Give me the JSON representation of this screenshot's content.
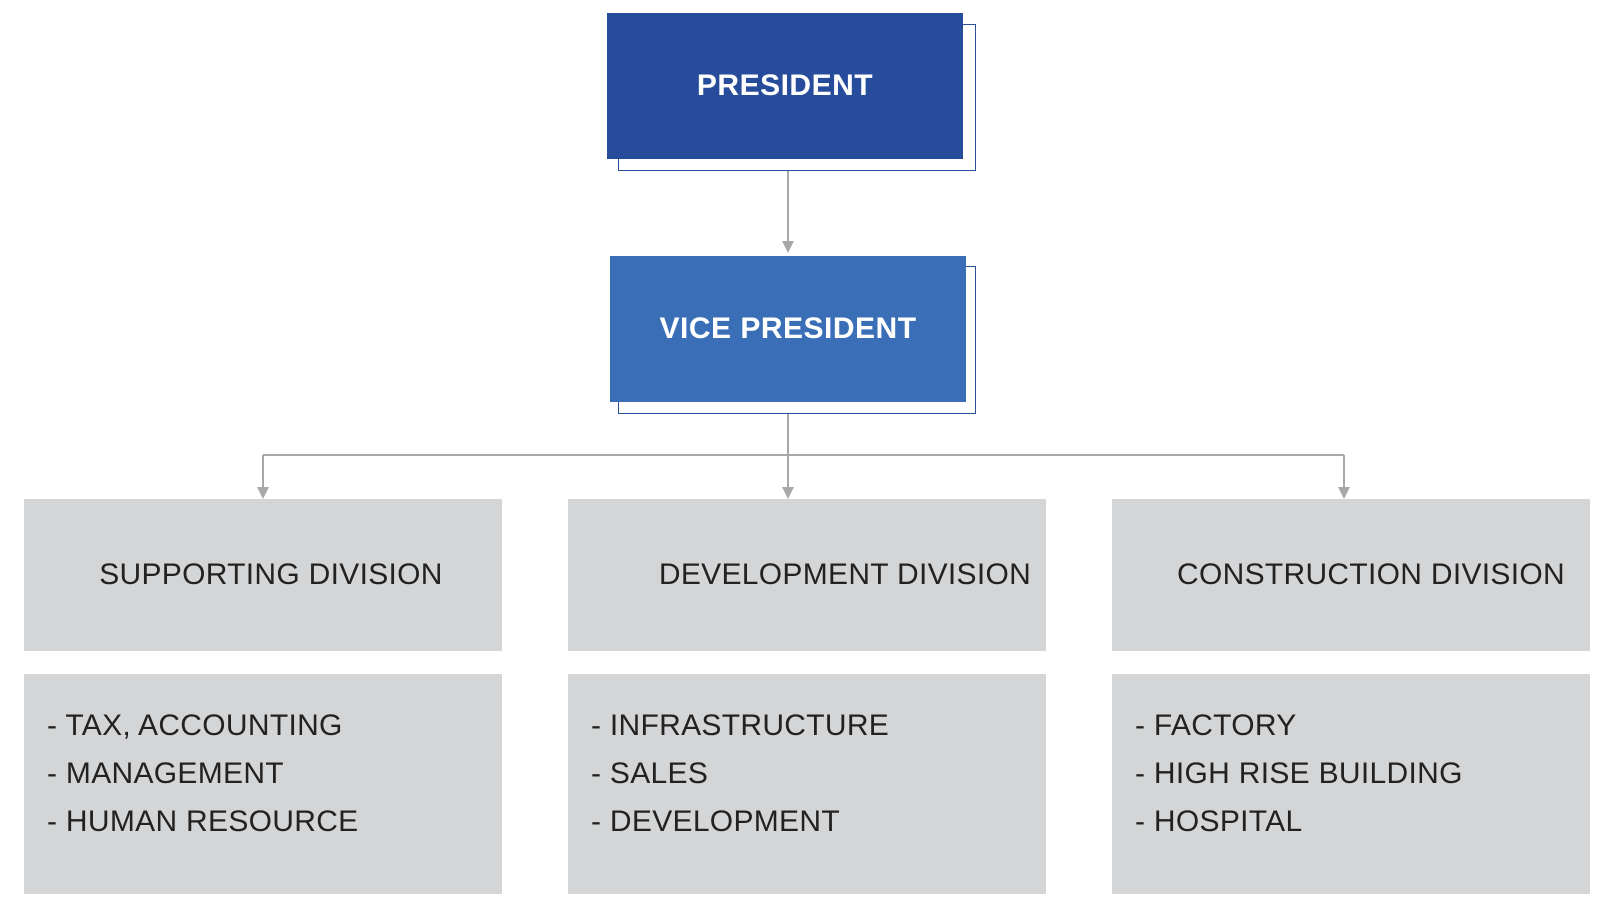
{
  "president": {
    "title": "PRESIDENT"
  },
  "vice_president": {
    "title": "VICE PRESIDENT"
  },
  "divisions": [
    {
      "name": "SUPPORTING DIVISION",
      "items": [
        "- TAX, ACCOUNTING",
        "- MANAGEMENT",
        "- HUMAN RESOURCE"
      ]
    },
    {
      "name": "DEVELOPMENT DIVISION",
      "items": [
        "- INFRASTRUCTURE",
        "- SALES",
        "- DEVELOPMENT"
      ]
    },
    {
      "name": "CONSTRUCTION DIVISION",
      "items": [
        "- FACTORY",
        "- HIGH RISE BUILDING",
        "- HOSPITAL"
      ]
    }
  ],
  "colors": {
    "president_fill": "#274c9c",
    "vice_president_fill": "#3a6fb7",
    "division_fill": "#d4d5d7",
    "connector": "#a8a8a8"
  }
}
